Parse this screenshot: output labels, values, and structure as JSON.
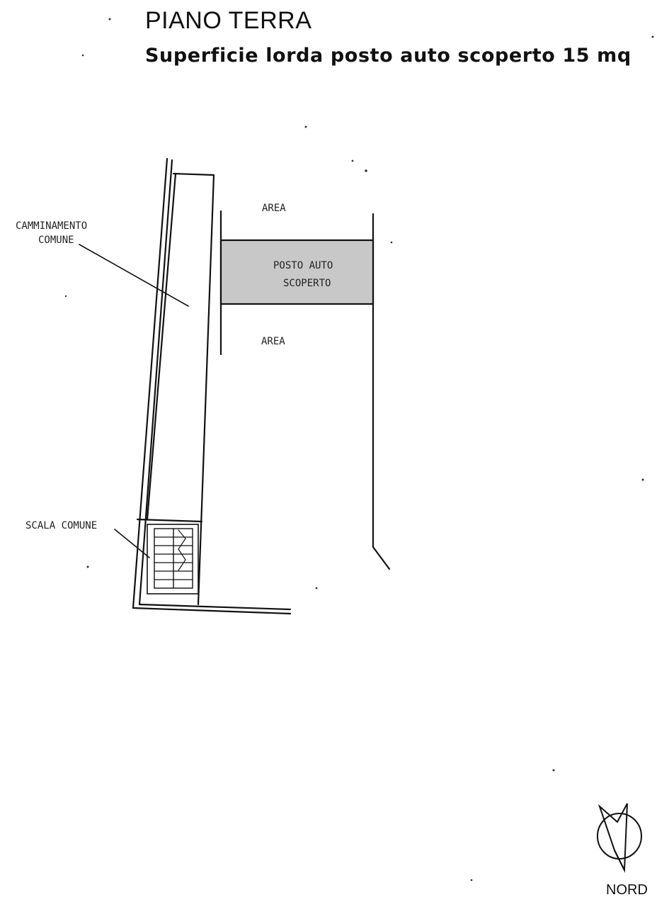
{
  "header": {
    "title": "PIANO  TERRA",
    "subtitle": "Superficie lorda posto auto scoperto 15 mq"
  },
  "plan": {
    "labels": {
      "area_top": "AREA",
      "parking_line1": "POSTO AUTO",
      "parking_line2": "SCOPERTO",
      "area_bottom": "AREA",
      "corridor_line1": "CAMMINAMENTO",
      "corridor_line2": "COMUNE",
      "stair": "SCALA COMUNE"
    },
    "colors": {
      "line": "#111111",
      "parking_fill": "#c8c8c8"
    }
  },
  "compass": {
    "label": "NORD",
    "icon": "north-arrow-icon"
  }
}
